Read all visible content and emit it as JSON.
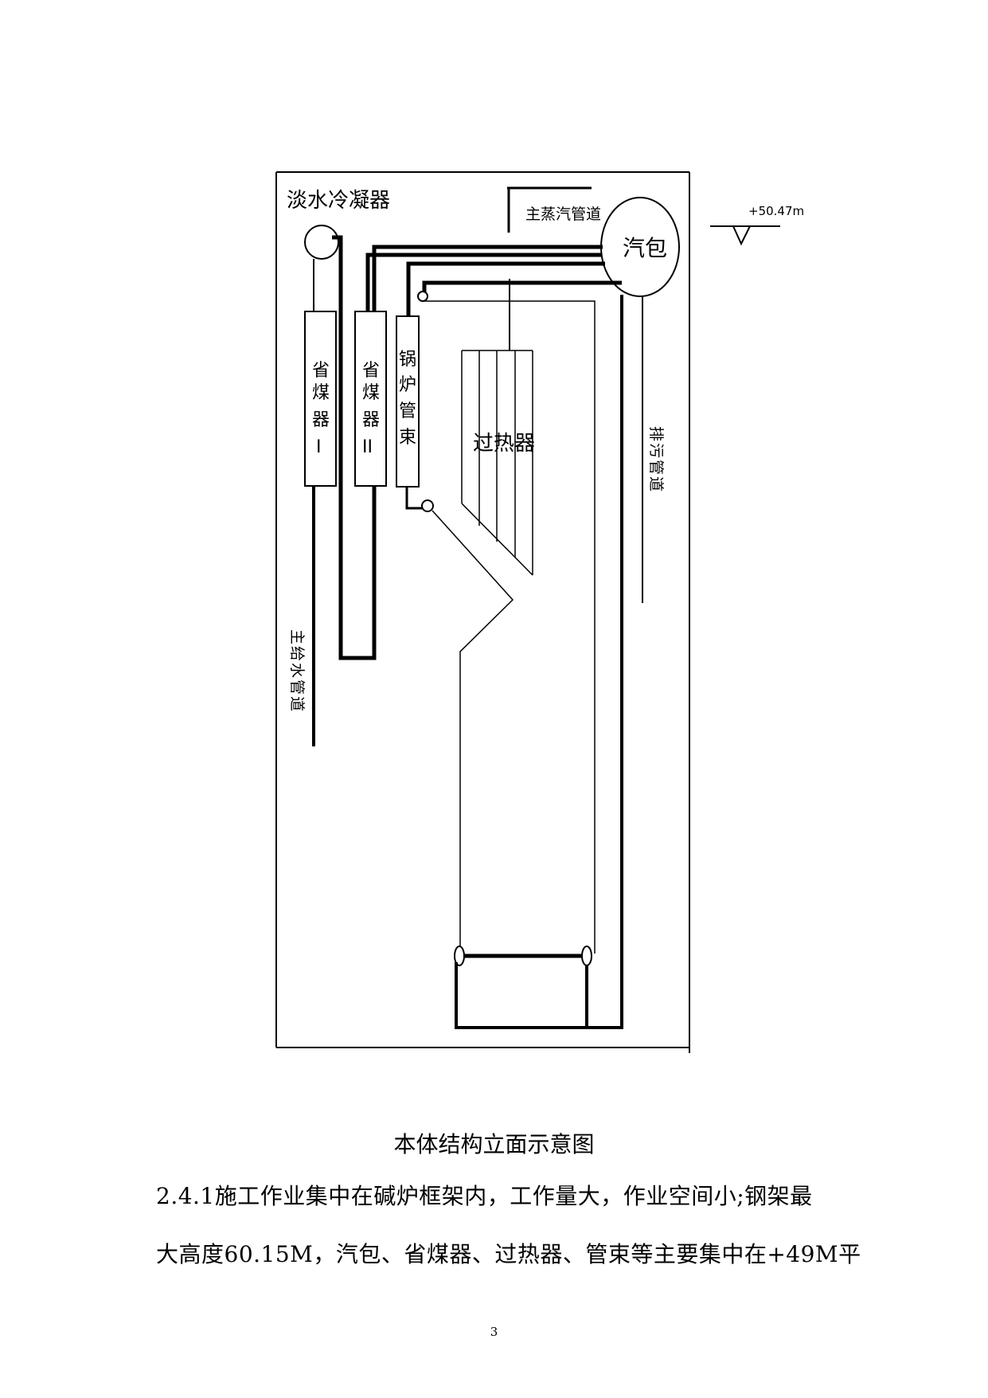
{
  "diagram": {
    "labels": {
      "condenser": "淡水冷凝器",
      "main_steam_pipe": "主蒸汽管道",
      "elevation": "+50.47m",
      "drum": "汽包",
      "economizer_1_a": "省",
      "economizer_1_b": "煤",
      "economizer_1_c": "器",
      "economizer_1_d": "I",
      "economizer_2_a": "省",
      "economizer_2_b": "煤",
      "economizer_2_c": "器",
      "economizer_2_d": "II",
      "tube_bundle_a": "锅",
      "tube_bundle_b": "炉",
      "tube_bundle_c": "管",
      "tube_bundle_d": "束",
      "superheater": "过热器",
      "blowdown_a": "排",
      "blowdown_b": "污",
      "blowdown_c": "管",
      "blowdown_d": "道",
      "feedwater_a": "主",
      "feedwater_b": "给",
      "feedwater_c": "水",
      "feedwater_d": "管",
      "feedwater_e": "道"
    }
  },
  "caption": "本体结构立面示意图",
  "paragraph_line1": "2.4.1施工作业集中在碱炉框架内，工作量大，作业空间小;钢架最",
  "paragraph_line2": "大高度60.15M，汽包、省煤器、过热器、管束等主要集中在+49M平",
  "page_number": "3"
}
